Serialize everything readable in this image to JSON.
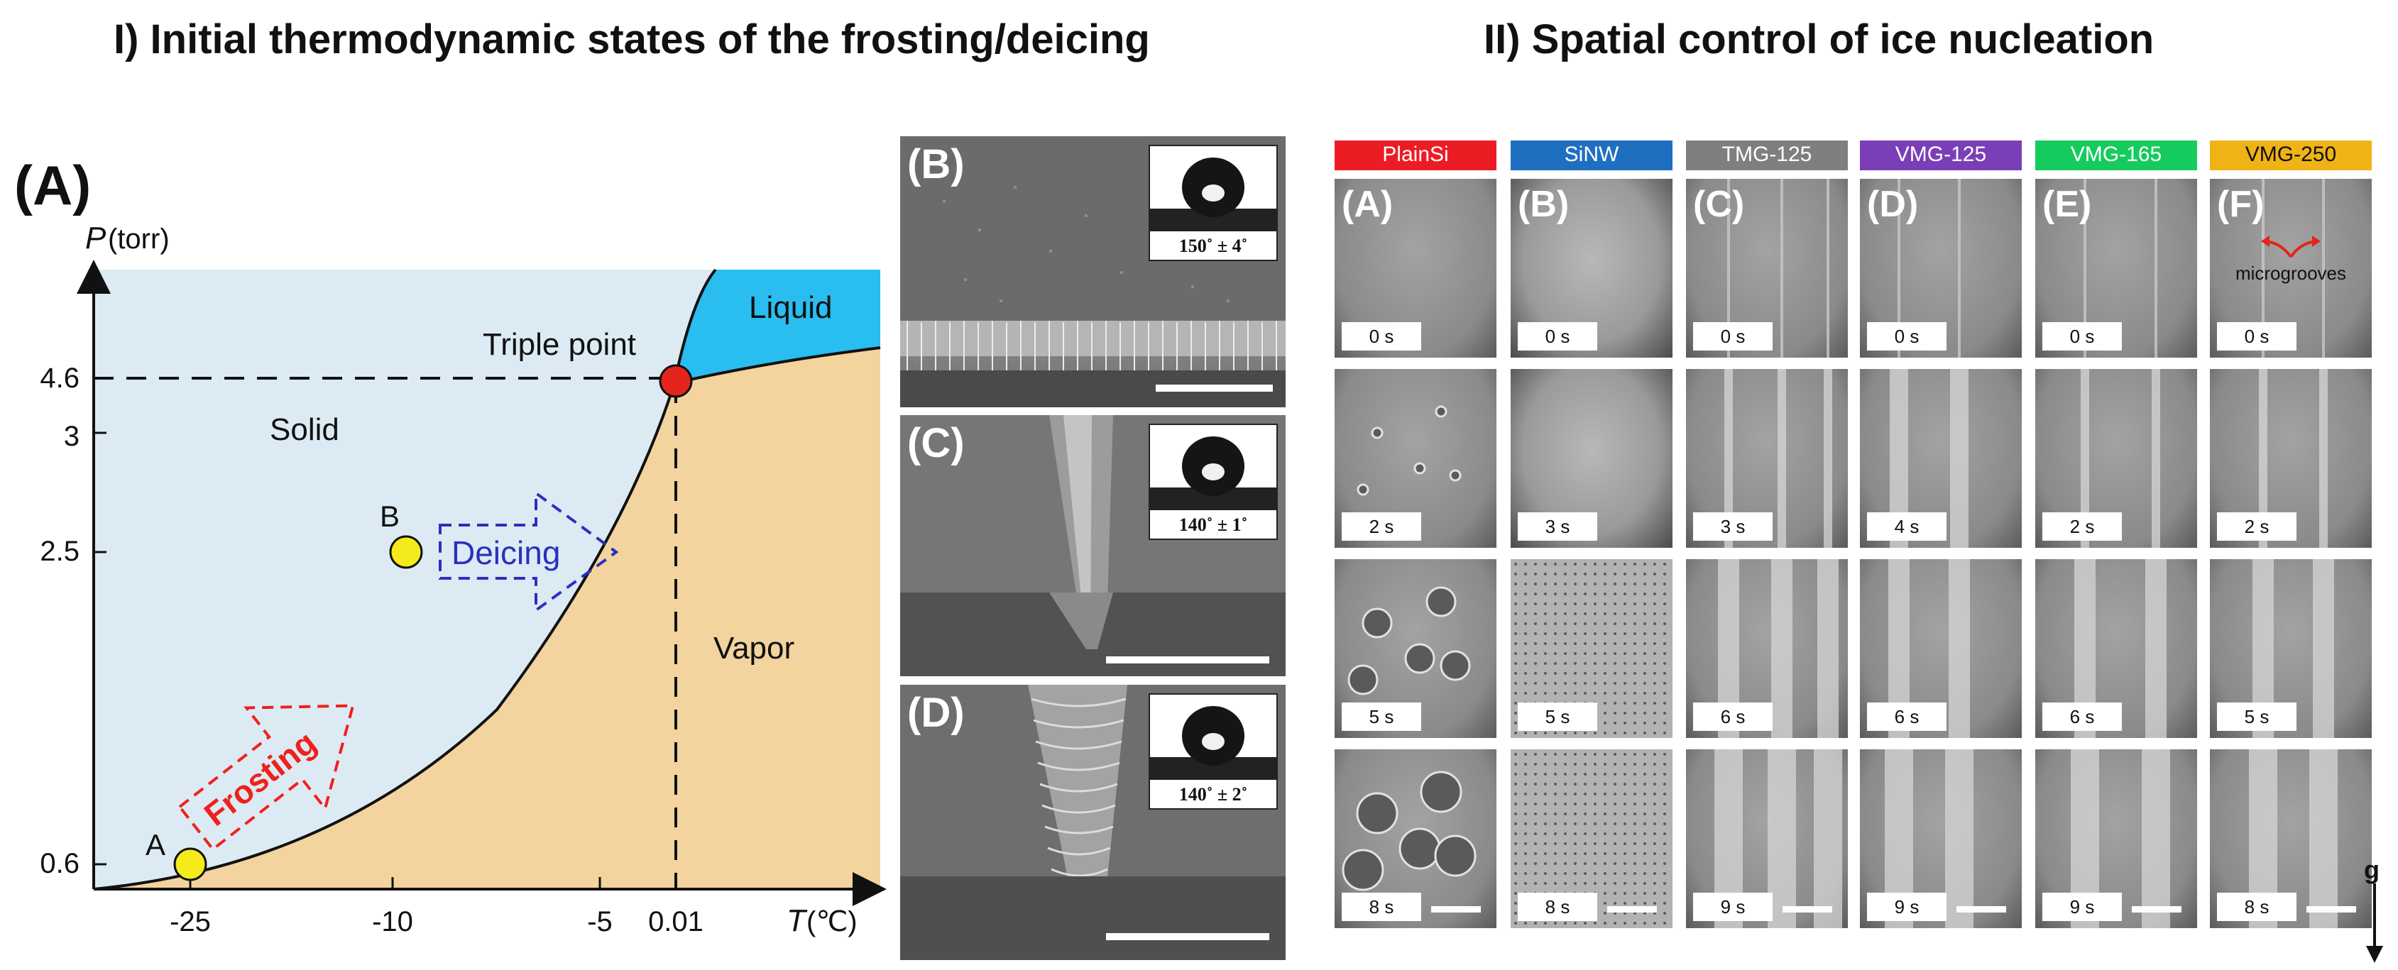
{
  "titles": {
    "left": "I) Initial thermodynamic states of the frosting/deicing",
    "right": "II) Spatial control of ice nucleation"
  },
  "phase_diagram": {
    "panel_label": "(A)",
    "y_axis_label": "P",
    "y_axis_unit": "(torr)",
    "x_axis_label": "T",
    "x_axis_unit": "(℃)",
    "y_ticks": [
      "0.6",
      "2.5",
      "3",
      "4.6"
    ],
    "x_ticks": [
      "-25",
      "-10",
      "-5",
      "0.01"
    ],
    "regions": {
      "solid": "Solid",
      "liquid": "Liquid",
      "vapor": "Vapor"
    },
    "triple_point_label": "Triple point",
    "points": {
      "a": "A",
      "b": "B"
    },
    "arrows": {
      "deicing": "Deicing",
      "frosting": "Frosting"
    },
    "colors": {
      "solid": "#dcebf3",
      "liquid": "#29bdf0",
      "vapor": "#f3d49e",
      "triple_point": "#e5241c",
      "state_point": "#f5ea1b",
      "deicing": "#2b2fc0",
      "frosting": "#f0201c"
    }
  },
  "sem_panels": [
    {
      "label": "(B)",
      "angle": "150˚ ± 4˚"
    },
    {
      "label": "(C)",
      "angle": "140˚ ± 1˚"
    },
    {
      "label": "(D)",
      "angle": "140˚ ± 2˚"
    }
  ],
  "nucleation": {
    "columns": [
      {
        "name": "PlainSi",
        "label": "(A)",
        "color": "#ec1c24",
        "times": [
          "0 s",
          "2 s",
          "5 s",
          "8 s"
        ]
      },
      {
        "name": "SiNW",
        "label": "(B)",
        "color": "#1f6fc0",
        "times": [
          "0 s",
          "3 s",
          "5 s",
          "8 s"
        ]
      },
      {
        "name": "TMG-125",
        "label": "(C)",
        "color": "#7f7f7f",
        "times": [
          "0 s",
          "3 s",
          "6 s",
          "9 s"
        ]
      },
      {
        "name": "VMG-125",
        "label": "(D)",
        "color": "#7a3fb7",
        "times": [
          "0 s",
          "4 s",
          "6 s",
          "9 s"
        ]
      },
      {
        "name": "VMG-165",
        "label": "(E)",
        "color": "#16cb5e",
        "times": [
          "0 s",
          "2 s",
          "6 s",
          "9 s"
        ]
      },
      {
        "name": "VMG-250",
        "label": "(F)",
        "color": "#f0b316",
        "times": [
          "0 s",
          "2 s",
          "5 s",
          "8 s"
        ]
      }
    ],
    "annotation": "microgrooves",
    "gravity_label": "g"
  }
}
